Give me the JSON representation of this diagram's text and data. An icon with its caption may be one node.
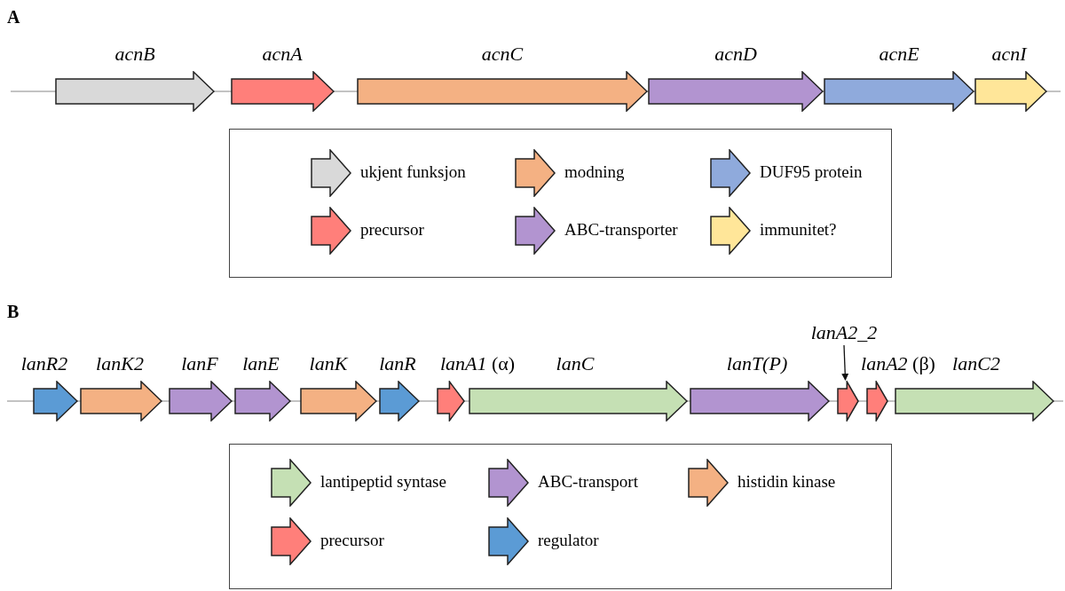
{
  "diagram": {
    "nodes": [
      {
        "text": [
          "acnB"
        ]
      },
      {
        "text": [
          "acnA"
        ]
      },
      {
        "text": [
          "acnC"
        ]
      },
      {
        "text": [
          "acnD"
        ]
      },
      {
        "text": [
          "acnE"
        ]
      },
      {
        "text": [
          "acnI"
        ]
      },
      {
        "text": [
          "lanR2"
        ]
      },
      {
        "text": [
          "lanK2"
        ]
      },
      {
        "text": [
          "lanF"
        ]
      },
      {
        "text": [
          "lanE"
        ]
      },
      {
        "text": [
          "lanK"
        ]
      },
      {
        "text": [
          "lanR"
        ]
      },
      {
        "text": [
          "*lanA1* (α)"
        ]
      },
      {
        "text": [
          "lanC"
        ]
      },
      {
        "text": [
          "lanT(P)"
        ]
      },
      {
        "text": [
          "lanA2_2"
        ]
      },
      {
        "text": [],
        "shape": "arrow"
      },
      {
        "text": [
          "*lanA2* (β)"
        ]
      },
      {
        "text": [
          "lanC2"
        ]
      }
    ],
    "edges": [
      {
        "from": 15,
        "to": 16,
        "arrow": "to"
      }
    ],
    "labels": [
      "A",
      "B"
    ],
    "legend": [
      {
        "text": "ukjent funksjon",
        "color": "#d9d9d9"
      },
      {
        "text": "modning",
        "color": "#f4b183"
      },
      {
        "text": "DUF95 protein",
        "color": "#8faadc"
      },
      {
        "text": "precursor",
        "color": "#ff7f7a"
      },
      {
        "text": "ABC-transporter",
        "color": "#b294d0"
      },
      {
        "text": "immunitet?",
        "color": "#ffe699"
      },
      {
        "text": "lantipeptid syntase",
        "color": "#c5e0b4"
      },
      {
        "text": "ABC-transport",
        "color": "#b294d0"
      },
      {
        "text": "histidin kinase",
        "color": "#f4b183"
      },
      {
        "text": "precursor",
        "color": "#ff7f7a"
      },
      {
        "text": "regulator",
        "color": "#5b9bd5"
      }
    ]
  }
}
